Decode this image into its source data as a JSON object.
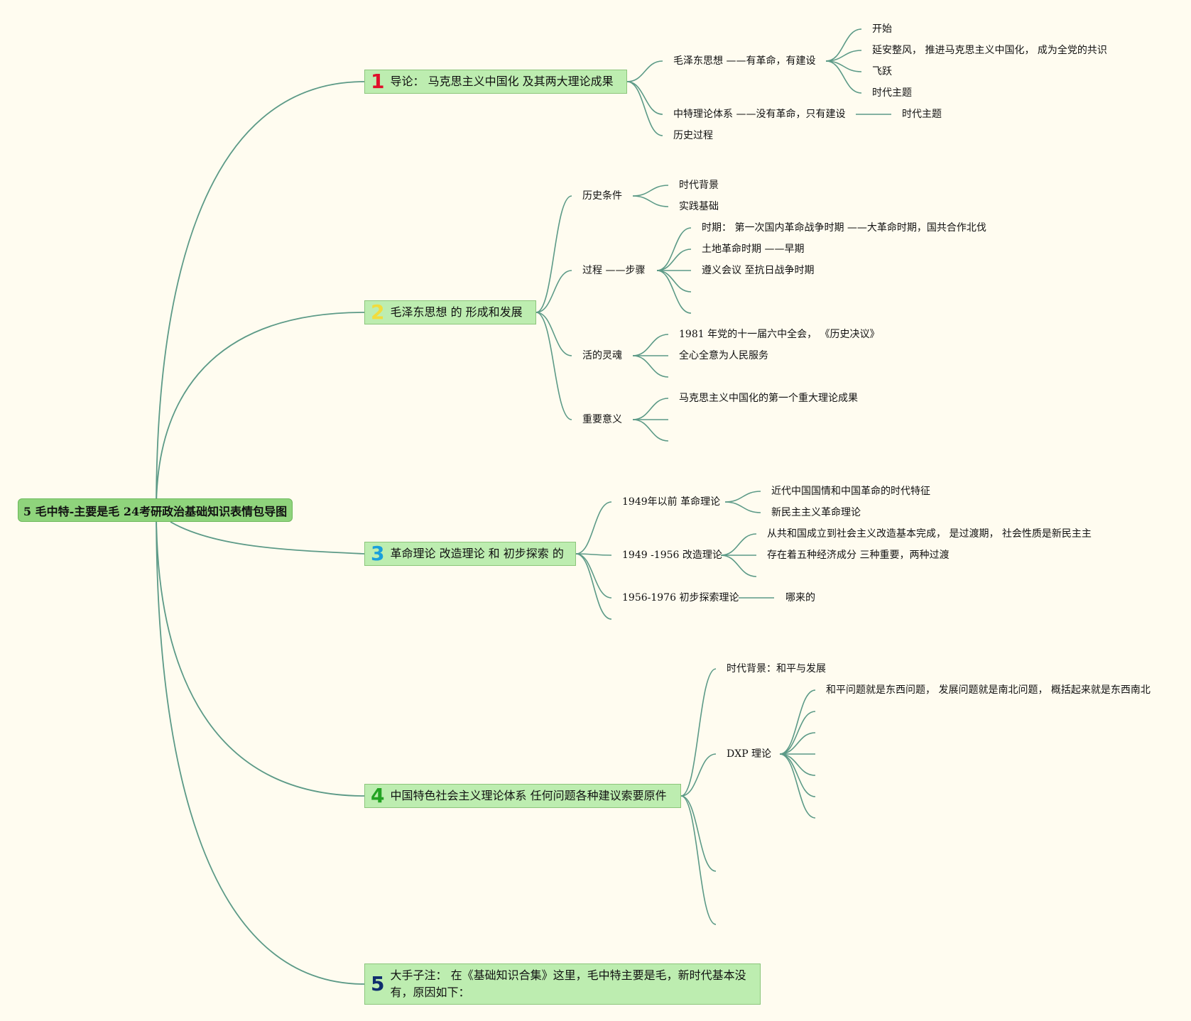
{
  "root": {
    "label": "5 毛中特-主要是毛 24考研政治基础知识表情包导图"
  },
  "branches": [
    {
      "num": "1",
      "num_color": "#e0102a",
      "label": "导论：  马克思主义中国化 及其两大理论成果",
      "children": [
        {
          "label": "毛泽东思想 ——有革命，有建设",
          "children": [
            "开始",
            "延安整风，  推进马克思主义中国化，  成为全党的共识",
            "飞跃",
            "时代主题"
          ]
        },
        {
          "label": "中特理论体系 ——没有革命，只有建设",
          "children": [
            "时代主题"
          ]
        },
        {
          "label": "历史过程",
          "children": []
        }
      ]
    },
    {
      "num": "2",
      "num_color": "#f2dc3c",
      "label": "毛泽东思想 的 形成和发展",
      "children": [
        {
          "label": "历史条件",
          "children": [
            "时代背景",
            "实践基础"
          ]
        },
        {
          "label": "过程 ——步骤",
          "children": [
            "时期：  第一次国内革命战争时期 ——大革命时期，国共合作北伐",
            "土地革命时期 ——早期",
            "遵义会议 至抗日战争时期",
            "",
            ""
          ]
        },
        {
          "label": "活的灵魂",
          "children": [
            "1981 年党的十一届六中全会，  《历史决议》",
            "全心全意为人民服务",
            ""
          ]
        },
        {
          "label": "重要意义",
          "children": [
            "马克思主义中国化的第一个重大理论成果",
            "",
            ""
          ]
        }
      ]
    },
    {
      "num": "3",
      "num_color": "#1a9fdc",
      "label": "革命理论 改造理论 和 初步探索 的",
      "children": [
        {
          "label": "1949年以前 革命理论",
          "children": [
            "近代中国国情和中国革命的时代特征",
            "新民主主义革命理论"
          ]
        },
        {
          "label": "1949 -1956 改造理论",
          "children": [
            "从共和国成立到社会主义改造基本完成，  是过渡期，  社会性质是新民主主",
            "存在着五种经济成分 三种重要，两种过渡",
            ""
          ]
        },
        {
          "label": "1956-1976 初步探索理论",
          "children": [
            "哪来的"
          ]
        },
        {
          "label": "",
          "children": []
        }
      ]
    },
    {
      "num": "4",
      "num_color": "#23a323",
      "label": "中国特色社会主义理论体系 任何问题各种建议索要原件",
      "children": [
        {
          "label": "时代背景：和平与发展",
          "children": []
        },
        {
          "label": "DXP 理论",
          "children": [
            "和平问题就是东西问题，  发展问题就是南北问题，  概括起来就是东西南北",
            "",
            "",
            "",
            "",
            "",
            ""
          ]
        },
        {
          "label": "",
          "children": []
        },
        {
          "label": "",
          "children": []
        }
      ]
    },
    {
      "num": "5",
      "num_color": "#0e2d6e",
      "label": "大手子注：  在《基础知识合集》这里，毛中特主要是毛，新时代基本没有，原因如下：",
      "children": []
    }
  ],
  "colors": {
    "line": "#5c9a87",
    "branch_fill": "#bdedb0",
    "root_fill": "#8fd47c",
    "background": "#fffcf0"
  }
}
